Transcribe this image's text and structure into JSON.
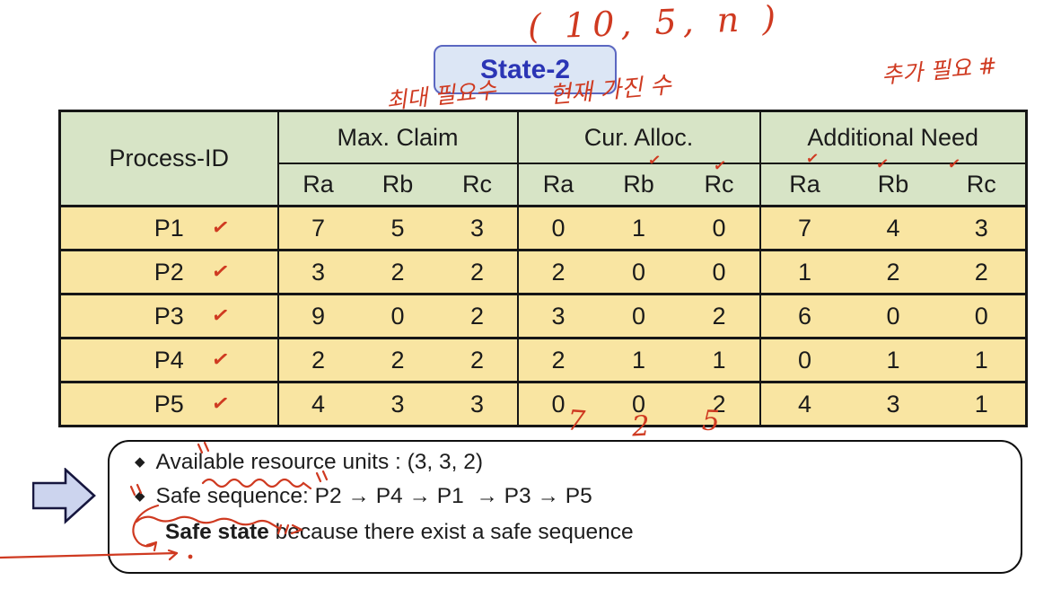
{
  "slide": {
    "state_badge": "State-2",
    "table": {
      "process_header": "Process-ID",
      "groups": [
        "Max. Claim",
        "Cur. Alloc.",
        "Additional Need"
      ],
      "resource_headers": [
        "Ra",
        "Rb",
        "Rc"
      ],
      "rows": [
        {
          "id": "P1",
          "max": [
            "7",
            "5",
            "3"
          ],
          "cur": [
            "0",
            "1",
            "0"
          ],
          "need": [
            "7",
            "4",
            "3"
          ]
        },
        {
          "id": "P2",
          "max": [
            "3",
            "2",
            "2"
          ],
          "cur": [
            "2",
            "0",
            "0"
          ],
          "need": [
            "1",
            "2",
            "2"
          ]
        },
        {
          "id": "P3",
          "max": [
            "9",
            "0",
            "2"
          ],
          "cur": [
            "3",
            "0",
            "2"
          ],
          "need": [
            "6",
            "0",
            "0"
          ]
        },
        {
          "id": "P4",
          "max": [
            "2",
            "2",
            "2"
          ],
          "cur": [
            "2",
            "1",
            "1"
          ],
          "need": [
            "0",
            "1",
            "1"
          ]
        },
        {
          "id": "P5",
          "max": [
            "4",
            "3",
            "3"
          ],
          "cur": [
            "0",
            "0",
            "2"
          ],
          "need": [
            "4",
            "3",
            "1"
          ]
        }
      ]
    },
    "result_box": {
      "bullet": "◆",
      "line1": "Available resource units : (3, 3, 2)",
      "line2": "Safe sequence: P2 → P4 → P1  → P3 → P5",
      "line3_bold": "Safe state",
      "line3_rest": " because there exist a safe sequence"
    },
    "annotations": {
      "top_tuple": "( 10, 5, n )",
      "max_claim_note": "최대 필요수",
      "cur_alloc_note": "현재 가진 수",
      "additional_need_note": "추가 필요 #",
      "cur_alloc_sums": [
        "7",
        "2",
        "5"
      ],
      "row_check": "✓",
      "header_check": "✓"
    },
    "colors": {
      "header_green": "#d7e4c6",
      "row_yellow": "#f9e5a2",
      "annotation_red": "#cf3a21",
      "badge_bg": "#dce6f5",
      "badge_border": "#5b67c1",
      "badge_text": "#2b35b5",
      "arrow_fill": "#ccd4ee"
    }
  }
}
